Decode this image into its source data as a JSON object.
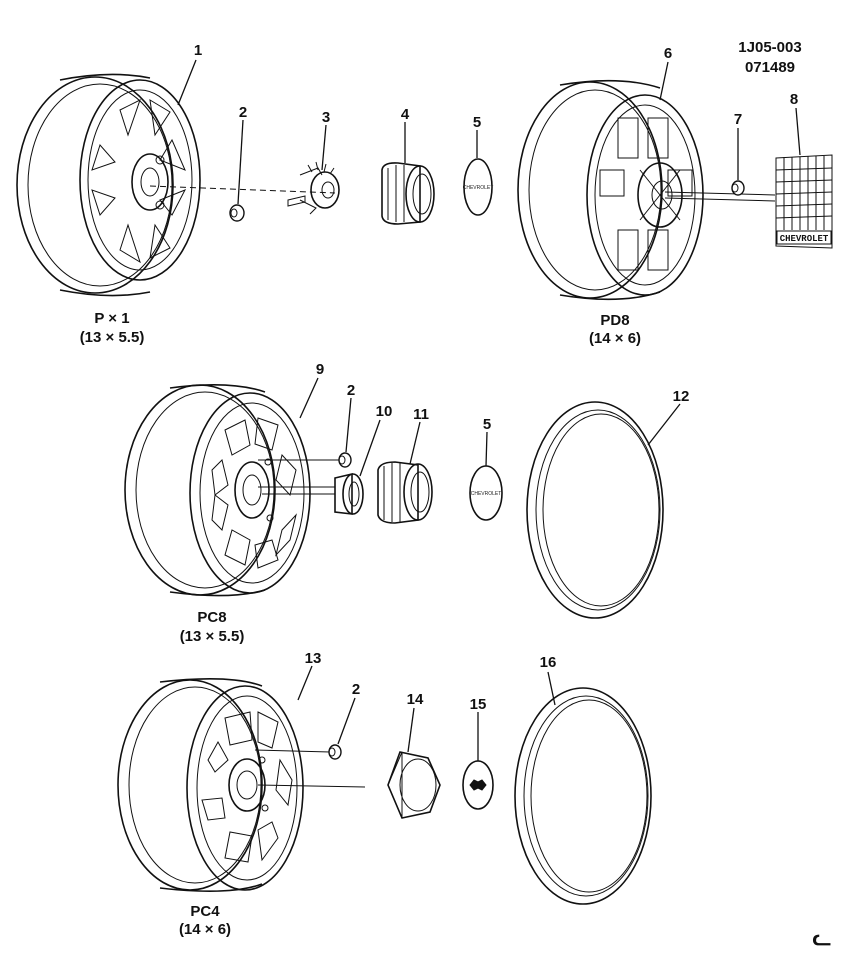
{
  "reference": {
    "code": "1J05-003",
    "date": "071489"
  },
  "callouts": {
    "c1": "1",
    "c2a": "2",
    "c3": "3",
    "c4": "4",
    "c5a": "5",
    "c6": "6",
    "c7": "7",
    "c8": "8",
    "c9": "9",
    "c2b": "2",
    "c10": "10",
    "c11": "11",
    "c5b": "5",
    "c12": "12",
    "c13": "13",
    "c2c": "2",
    "c14": "14",
    "c15": "15",
    "c16": "16"
  },
  "captions": {
    "px1_code": "P × 1",
    "px1_size": "(13 × 5.5)",
    "pd8_code": "PD8",
    "pd8_size": "(14 × 6)",
    "pc8_code": "PC8",
    "pc8_size": "(13 × 5.5)",
    "pc4_code": "PC4",
    "pc4_size": "(14 × 6)"
  },
  "badge_text": "CHEVROLET",
  "emblem_text": "CHEVROLET",
  "corner_mark": "ᓚ"
}
